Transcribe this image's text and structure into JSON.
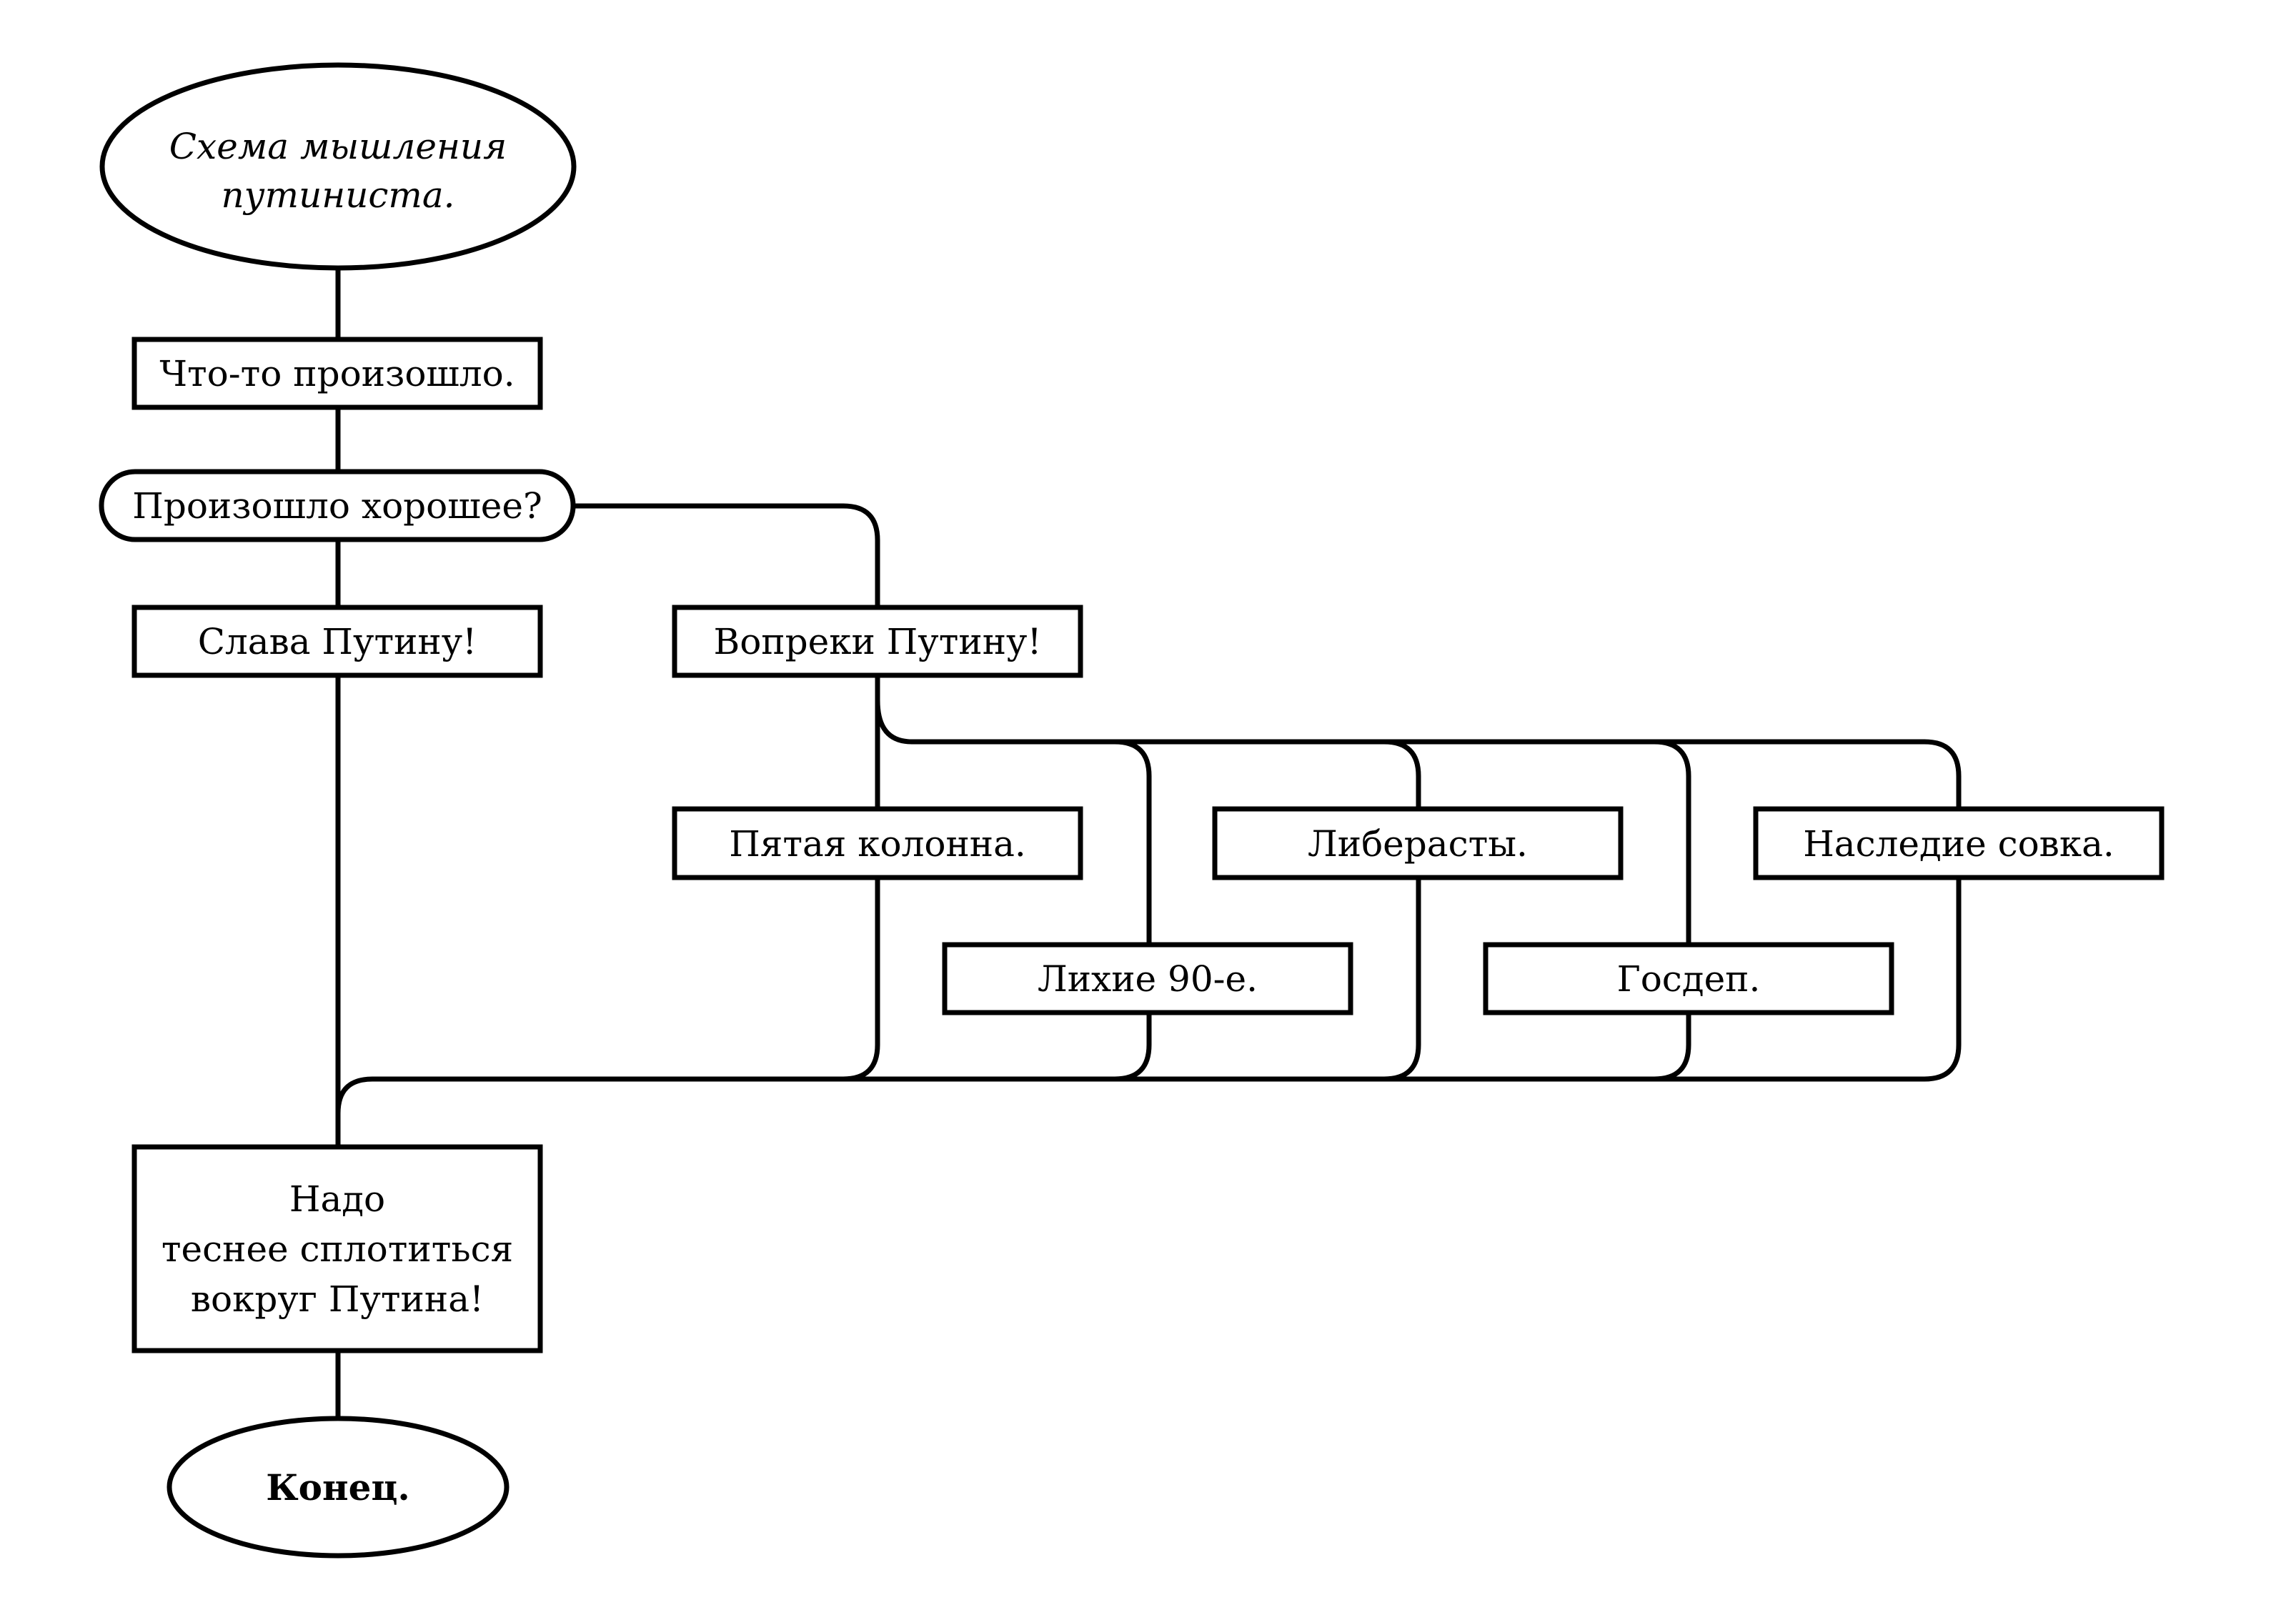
{
  "diagram": {
    "start": {
      "line1": "Схема мышления",
      "line2": "путиниста."
    },
    "event": "Что-то произошло.",
    "question": "Произошло хорошее?",
    "yes_answer": "Слава Путину!",
    "no_answer": "Вопреки Путину!",
    "reasons": {
      "fifth_column": "Пятая колонна.",
      "wild_90s": "Лихие 90-е.",
      "liberasty": "Либерасты.",
      "gosdep": "Госдеп.",
      "sovok_legacy": "Наследие совка."
    },
    "conclusion": {
      "line1": "Надо",
      "line2": "теснее сплотиться",
      "line3": "вокруг Путина!"
    },
    "end": "Конец."
  }
}
